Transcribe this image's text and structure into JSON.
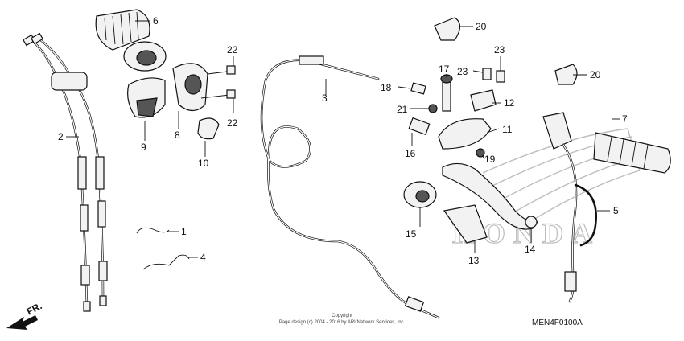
{
  "diagram": {
    "callouts": [
      "1",
      "2",
      "3",
      "4",
      "5",
      "6",
      "7",
      "8",
      "9",
      "10",
      "11",
      "12",
      "13",
      "14",
      "15",
      "16",
      "17",
      "18",
      "19",
      "20",
      "20",
      "21",
      "22",
      "22",
      "23",
      "23"
    ],
    "copyright_line1": "Copyright",
    "copyright_line2": "Page design (c) 2004 - 2016 by ARI Network Services, Inc.",
    "diagram_code": "MEN4F0100A",
    "direction_label": "FR.",
    "watermark_text": "HONDA",
    "colors": {
      "line": "#111111",
      "watermark": "#c8c8c8"
    }
  }
}
